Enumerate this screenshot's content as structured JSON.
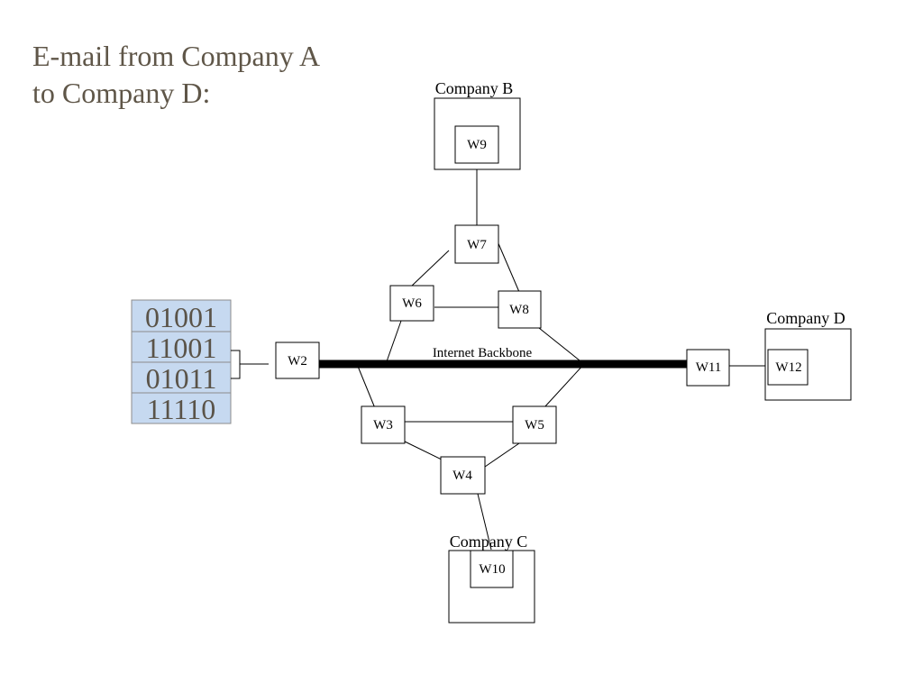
{
  "title": {
    "line1": "E-mail from Company A",
    "line2": "to Company D:"
  },
  "colors": {
    "title": "#5f5648",
    "bits_fill": "#c6d9f0",
    "bits_text": "#5a5348",
    "bits_border": "#8c8c8c",
    "lines": "#000000"
  },
  "bits": [
    "01001",
    "11001",
    "01011",
    "11110"
  ],
  "backbone_label": "Internet Backbone",
  "companies": {
    "b": "Company B",
    "c": "Company C",
    "d": "Company D"
  },
  "nodes": {
    "w2": "W2",
    "w3": "W3",
    "w4": "W4",
    "w5": "W5",
    "w6": "W6",
    "w7": "W7",
    "w8": "W8",
    "w9": "W9",
    "w10": "W10",
    "w11": "W11",
    "w12": "W12"
  }
}
